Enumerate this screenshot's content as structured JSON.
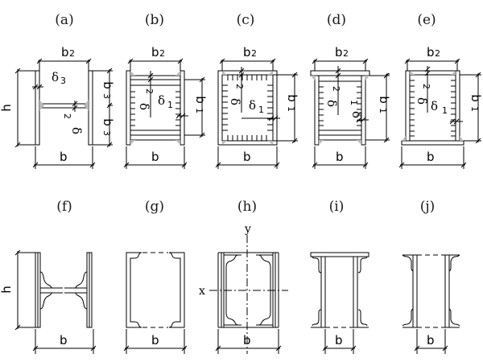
{
  "panels": [
    {
      "id": "a",
      "label": "(a)"
    },
    {
      "id": "b",
      "label": "(b)"
    },
    {
      "id": "c",
      "label": "(c)"
    },
    {
      "id": "d",
      "label": "(d)"
    },
    {
      "id": "e",
      "label": "(e)"
    },
    {
      "id": "f",
      "label": "(f)"
    },
    {
      "id": "g",
      "label": "(g)"
    },
    {
      "id": "h",
      "label": "(h)"
    },
    {
      "id": "i",
      "label": "(i)"
    },
    {
      "id": "j",
      "label": "(j)"
    }
  ],
  "dims": {
    "h": "h",
    "b": "b",
    "b1": "b",
    "b1_sub": "1",
    "b2": "b",
    "b2_sub": "2",
    "b3": "b",
    "b3_sub": "3",
    "delta": "δ",
    "d1_sub": "1",
    "d2_sub": "2",
    "d3_sub": "3"
  },
  "axes": {
    "x": "x",
    "y": "y"
  },
  "colors": {
    "line": "#000000",
    "weld": "#b8b8b8"
  }
}
